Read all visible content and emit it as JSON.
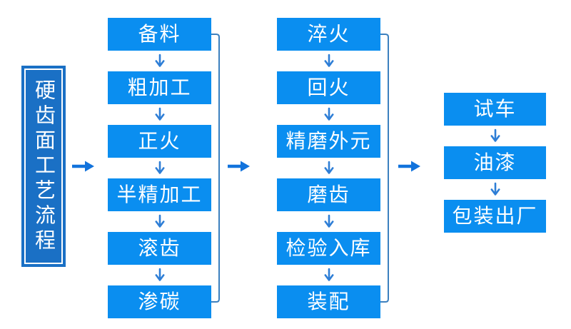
{
  "title": {
    "text": "硬齿面工艺流程"
  },
  "flow": {
    "columns": [
      {
        "steps": [
          "备料",
          "粗加工",
          "正火",
          "半精加工",
          "滚齿",
          "渗碳"
        ]
      },
      {
        "steps": [
          "淬火",
          "回火",
          "精磨外元",
          "磨齿",
          "检验入库",
          "装配"
        ]
      },
      {
        "steps": [
          "试车",
          "油漆",
          "包装出厂"
        ]
      }
    ]
  },
  "icons": {
    "down_arrow": "↓",
    "right_arrow": "→",
    "bracket_connector": "right-side bracket linking first and last step of column"
  },
  "colors": {
    "step_box_fill": "#0a8ef0",
    "title_box_fill": "#1a70c5",
    "title_inner_border": "#ffffff",
    "step_text": "#ffffff",
    "small_down_arrow": "#2e7ed6",
    "big_right_arrow": "#1273dc",
    "bracket_line": "#3c80bf",
    "background": "#ffffff"
  }
}
